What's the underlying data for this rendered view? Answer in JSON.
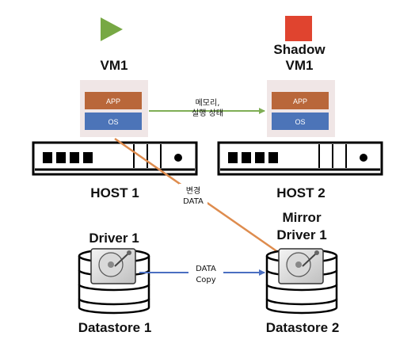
{
  "left": {
    "vm_label": "VM1",
    "app_label": "APP",
    "os_label": "OS",
    "host_label": "HOST 1",
    "driver_label": "Driver 1",
    "datastore_label": "Datastore 1",
    "status_icon": "play-triangle",
    "status_color": "#77a844"
  },
  "right": {
    "vm_label_line1": "Shadow",
    "vm_label_line2": "VM1",
    "app_label": "APP",
    "os_label": "OS",
    "host_label": "HOST 2",
    "driver_label_line1": "Mirror",
    "driver_label_line2": "Driver 1",
    "datastore_label": "Datastore 2",
    "status_icon": "stop-square",
    "status_color": "#e0442f"
  },
  "arrows": {
    "memory_line1": "메모리,",
    "memory_line2": "실행 상태",
    "change_line1": "변경",
    "change_line2": "DATA",
    "copy_line1": "DATA",
    "copy_line2": "Copy"
  },
  "colors": {
    "app": "#b9673a",
    "os": "#4c74b8",
    "vm_box": "#f0e6e6",
    "arrow_green": "#7fae55",
    "arrow_orange": "#de8c4e",
    "arrow_blue": "#4a6fc1"
  }
}
